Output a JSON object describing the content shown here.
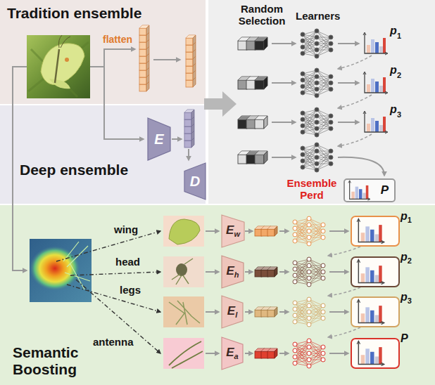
{
  "diagram": {
    "nodes": [
      {
        "text": [
          "Tradition ensemble"
        ]
      },
      {
        "text": [
          "Deep ensemble"
        ]
      },
      {
        "text": [
          "E"
        ],
        "in": 1
      },
      {
        "text": [
          "D"
        ],
        "in": 1
      },
      {
        "text": [
          "Ensemble Perd",
          "P"
        ]
      },
      {
        "text": [
          "Semantic Boosting"
        ]
      },
      {
        "text": [
          "E",
          "w"
        ],
        "in": 5
      },
      {
        "text": [
          "E",
          "h"
        ],
        "in": 5
      },
      {
        "text": [
          "E",
          "l"
        ],
        "in": 5
      },
      {
        "text": [
          "E",
          "a"
        ],
        "in": 5
      },
      {
        "text": [
          "p",
          "1"
        ],
        "in": 5
      },
      {
        "text": [
          "p",
          "2"
        ],
        "in": 5
      },
      {
        "text": [
          "p",
          "3"
        ],
        "in": 5
      },
      {
        "text": [
          "P"
        ],
        "in": 5
      }
    ],
    "labels": [
      "flatten",
      "Random Selection",
      "Learners",
      "p",
      "1",
      "p",
      "2",
      "p",
      "3",
      "wing",
      "head",
      "legs",
      "antenna"
    ]
  }
}
